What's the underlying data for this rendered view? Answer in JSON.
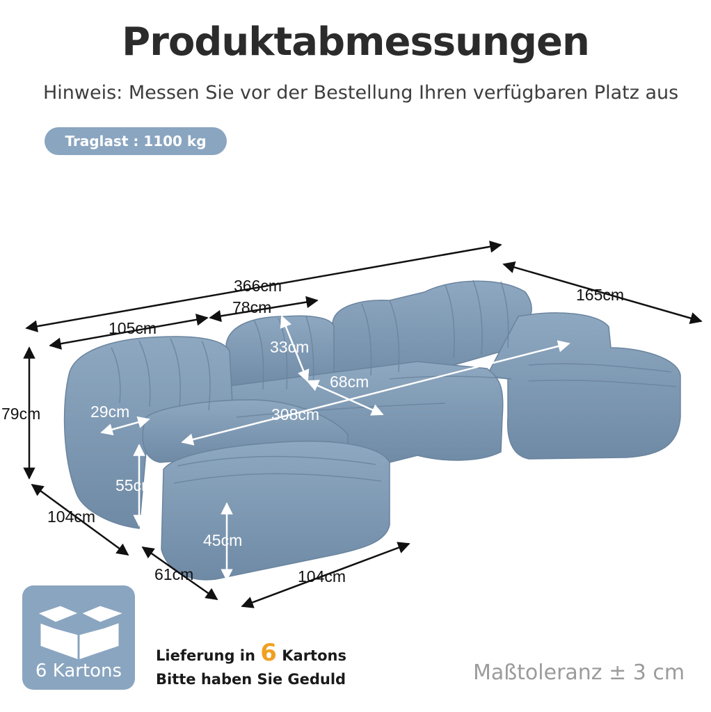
{
  "header": {
    "title": "Produktabmessungen",
    "hint": "Hinweis: Messen Sie vor der Bestellung Ihren verfügbaren Platz aus",
    "load_label": "Traglast : 1100 kg"
  },
  "dimensions": {
    "total_length": "366cm",
    "depth_right": "165cm",
    "left_section_width": "105cm",
    "middle_section_width": "78cm",
    "back_height": "33cm",
    "seat_depth": "68cm",
    "seat_length": "308cm",
    "armrest_width": "29cm",
    "total_height": "79cm",
    "seat_height": "55cm",
    "left_depth": "104cm",
    "ottoman_height": "45cm",
    "ottoman_width": "61cm",
    "ottoman_length": "104cm"
  },
  "shipping": {
    "box_label": "6 Kartons",
    "delivery_prefix": "Lieferung in",
    "delivery_count": "6",
    "delivery_suffix": "Kartons",
    "delivery_note": "Bitte haben Sie Geduld",
    "box_icon": "open-box-icon"
  },
  "footer": {
    "tolerance": "Maßtoleranz ± 3 cm"
  },
  "colors": {
    "sofa": "#7f9ab4",
    "accent_badge": "#8aa5c0",
    "highlight_number": "#f0a021",
    "tolerance_text": "#9b9b9b"
  }
}
